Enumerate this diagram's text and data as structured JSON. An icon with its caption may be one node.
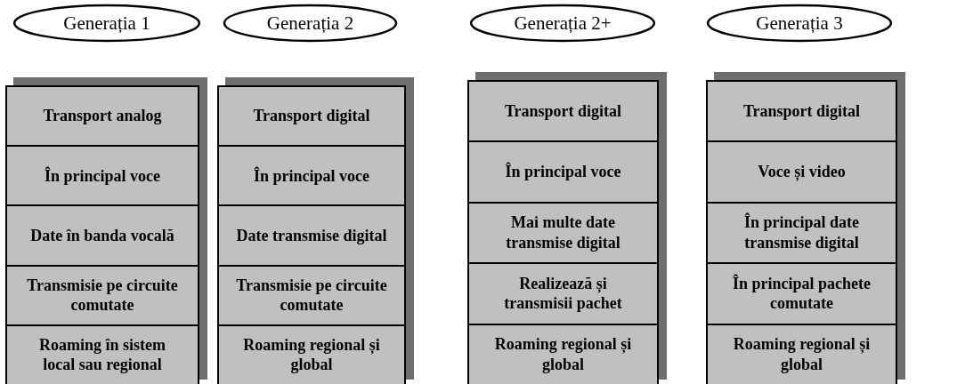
{
  "diagram": {
    "nodes": [
      {
        "text": [
          "Generația 1"
        ]
      },
      {
        "text": [
          "Generația 2"
        ]
      },
      {
        "text": [
          "Generația 2+"
        ]
      },
      {
        "text": [
          "Generația 3"
        ]
      },
      {
        "text": [],
        "shape": "box"
      },
      {
        "text": [
          "Transport analog"
        ],
        "in": 4
      },
      {
        "text": [
          "În principal voce"
        ],
        "in": 4
      },
      {
        "text": [
          "Date în banda vocală"
        ],
        "in": 4
      },
      {
        "text": [
          "Transmisie pe circuite comutate"
        ],
        "in": 4
      },
      {
        "text": [
          "Roaming în sistem local sau regional"
        ],
        "in": 4
      },
      {
        "text": [],
        "shape": "box"
      },
      {
        "text": [
          "Transport digital"
        ],
        "in": 10
      },
      {
        "text": [
          "În principal voce"
        ],
        "in": 10
      },
      {
        "text": [
          "Date transmise digital"
        ],
        "in": 10
      },
      {
        "text": [
          "Transmisie pe circuite comutate"
        ],
        "in": 10
      },
      {
        "text": [
          "Roaming regional și global"
        ],
        "in": 10
      },
      {
        "text": [],
        "shape": "box"
      },
      {
        "text": [
          "Transport digital"
        ],
        "in": 16
      },
      {
        "text": [
          "În principal voce"
        ],
        "in": 16
      },
      {
        "text": [
          "Mai multe date transmise digital"
        ],
        "in": 16
      },
      {
        "text": [
          "Realizează și transmisii pachet"
        ],
        "in": 16
      },
      {
        "text": [
          "Roaming regional și global"
        ],
        "in": 16
      },
      {
        "text": [],
        "shape": "box"
      },
      {
        "text": [
          "Transport digital"
        ],
        "in": 22
      },
      {
        "text": [
          "Voce și video"
        ],
        "in": 22
      },
      {
        "text": [
          "În principal date transmise digital"
        ],
        "in": 22
      },
      {
        "text": [
          "În principal pachete comutate"
        ],
        "in": 22
      },
      {
        "text": [
          "Roaming regional și global"
        ],
        "in": 22
      }
    ],
    "edges": []
  }
}
